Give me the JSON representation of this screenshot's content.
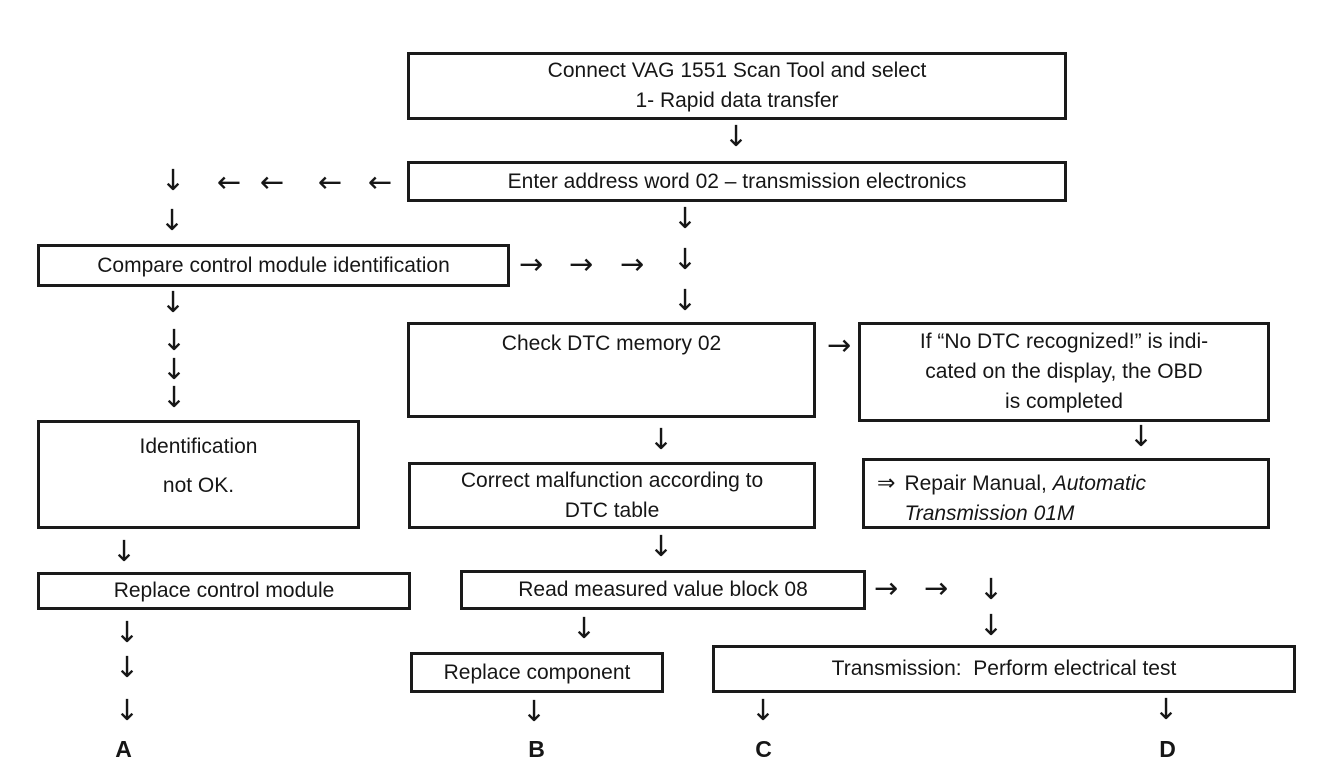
{
  "flowchart": {
    "boxes": {
      "connect_scan_tool": {
        "lines": [
          "Connect VAG 1551 Scan Tool and select",
          "1- Rapid data transfer"
        ]
      },
      "enter_address_word": {
        "lines": [
          "Enter address word 02 – transmission electronics"
        ]
      },
      "compare_identification": {
        "lines": [
          "Compare control module identification"
        ]
      },
      "check_dtc_memory": {
        "lines": [
          "Check DTC memory 02"
        ]
      },
      "no_dtc_recognized": {
        "lines": [
          "If “No DTC recognized!” is indi-",
          "cated on the display, the OBD",
          "is completed"
        ]
      },
      "identification_not_ok": {
        "lines": [
          "Identification",
          "not OK."
        ]
      },
      "repair_manual": {
        "arrow": "⇒",
        "text_normal": "Repair Manual, ",
        "text_italic": "Automatic Transmission 01M"
      },
      "correct_malfunction": {
        "lines": [
          "Correct malfunction according to",
          "DTC table"
        ]
      },
      "replace_control_module": {
        "lines": [
          "Replace control module"
        ]
      },
      "read_measured_value": {
        "lines": [
          "Read measured value block 08"
        ]
      },
      "replace_component": {
        "lines": [
          "Replace component"
        ]
      },
      "transmission_electrical_test": {
        "lines": [
          "Transmission:  Perform electrical test"
        ]
      }
    },
    "exit_labels": {
      "a": "A",
      "b": "B",
      "c": "C",
      "d": "D"
    },
    "icons": {
      "down_arrow": "↓",
      "left_arrow": "←",
      "right_arrow": "→",
      "double_right_arrow": "⇒"
    }
  }
}
